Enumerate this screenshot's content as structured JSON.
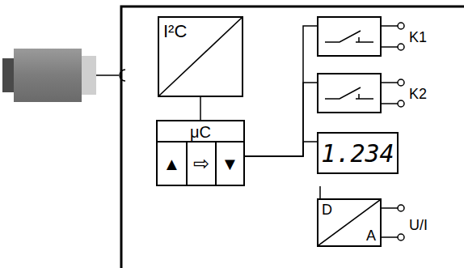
{
  "diagram": {
    "nodes": [
      {
        "text": [
          "I²C"
        ]
      },
      {
        "text": [
          "μC"
        ]
      },
      {
        "text": [
          "▲"
        ],
        "in": 1
      },
      {
        "text": [
          "⇨"
        ],
        "in": 1
      },
      {
        "text": [
          "▼"
        ],
        "in": 1
      },
      {
        "text": [
          "K1"
        ]
      },
      {
        "text": [
          "K2"
        ]
      },
      {
        "text": [
          "1.234"
        ]
      },
      {
        "text": [
          "D",
          "A",
          "U/I"
        ]
      }
    ],
    "edges": [
      {
        "from": 0,
        "to": 1,
        "arrow": "none"
      },
      {
        "from": 1,
        "to": 5,
        "arrow": "none"
      },
      {
        "from": 1,
        "to": 6,
        "arrow": "none"
      },
      {
        "from": 1,
        "to": 7,
        "arrow": "none"
      },
      {
        "from": 1,
        "to": 8,
        "arrow": "none"
      }
    ]
  }
}
